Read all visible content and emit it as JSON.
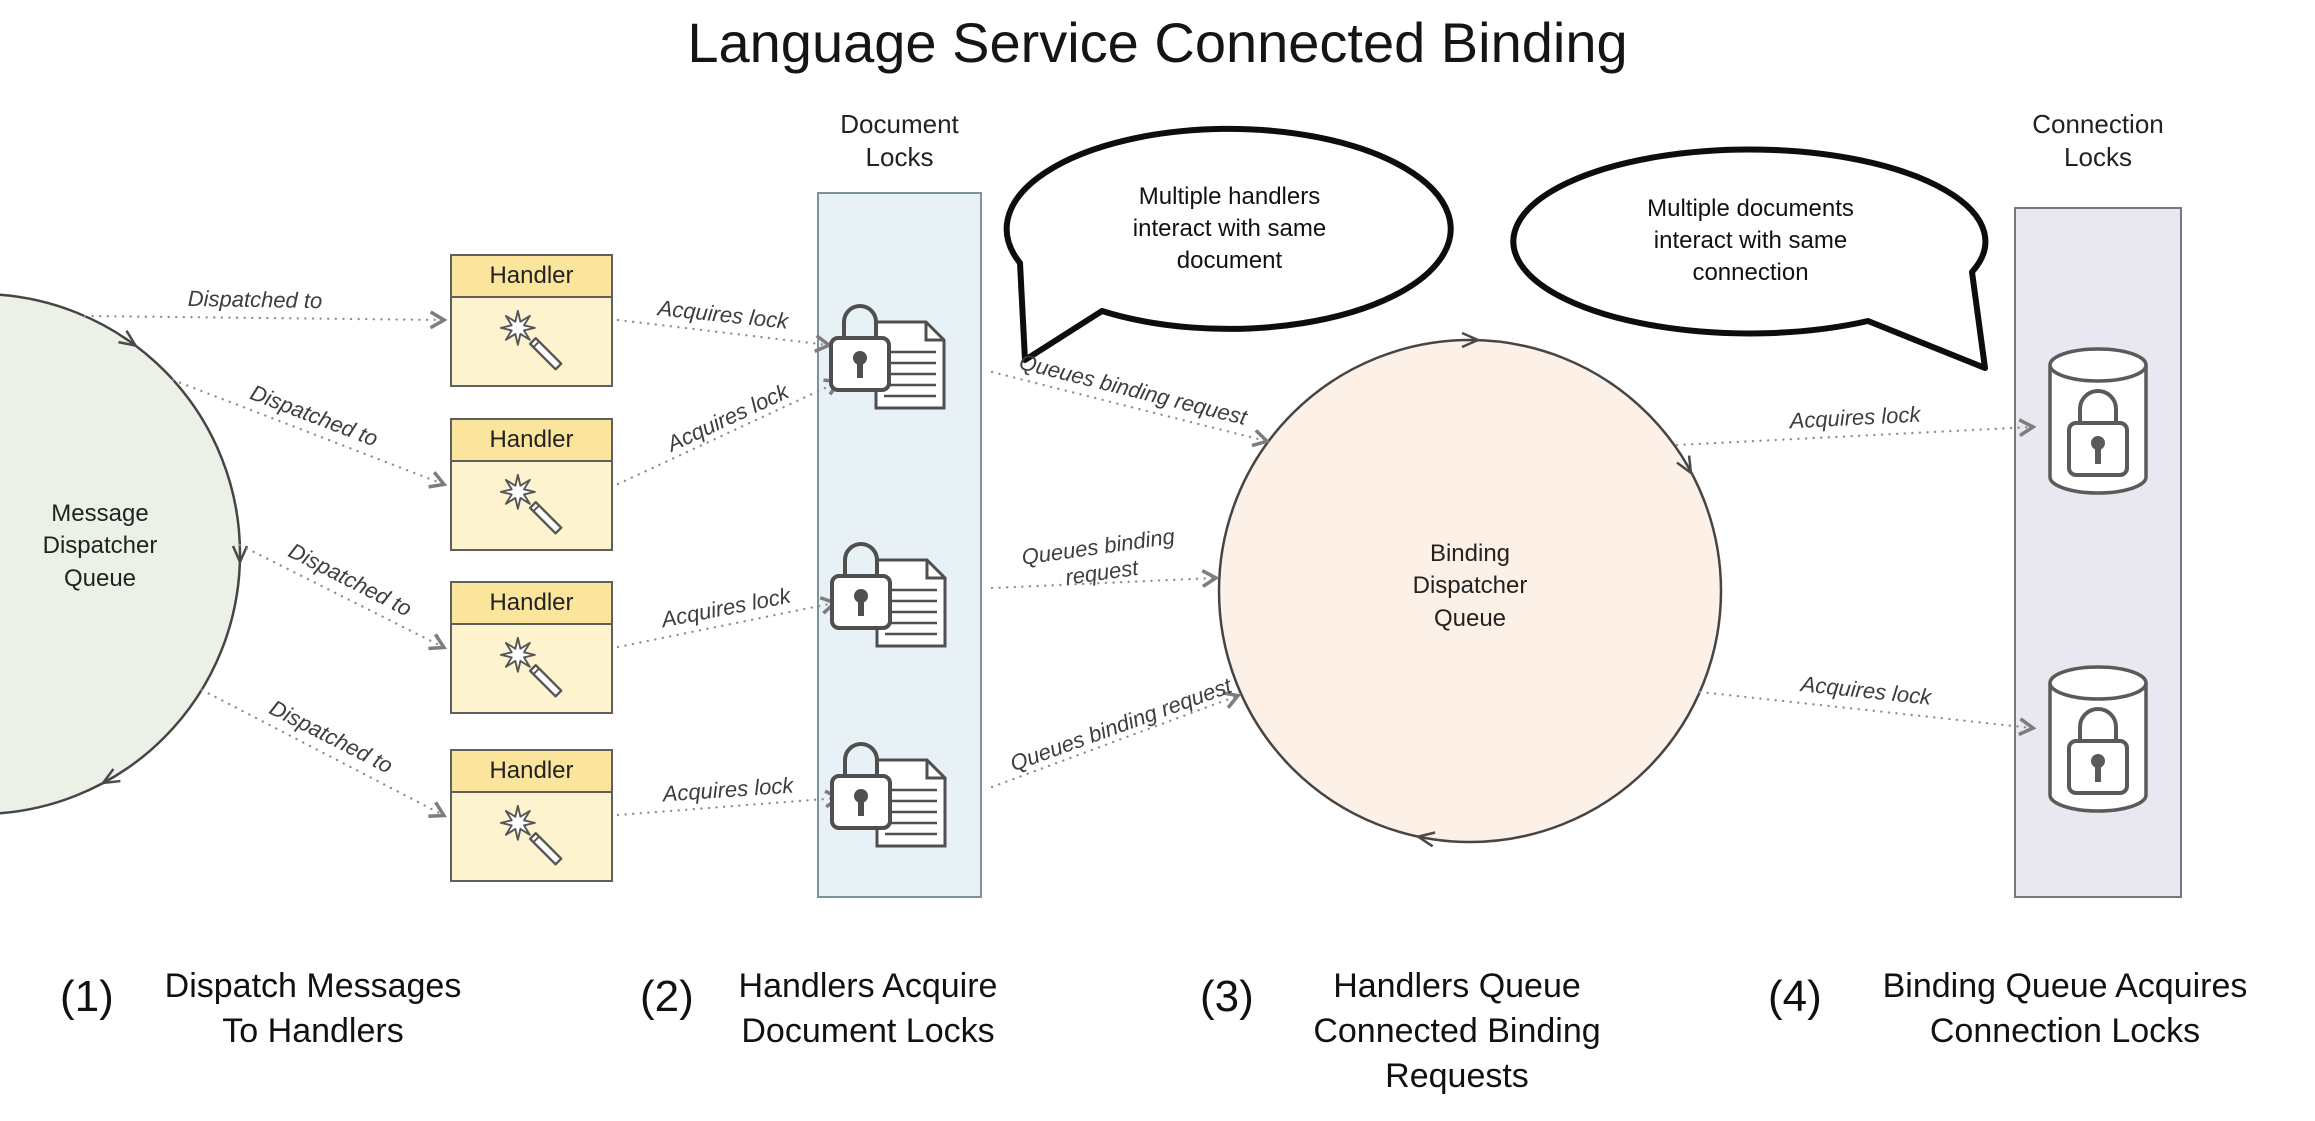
{
  "title": "Language Service Connected Binding",
  "message_queue": {
    "label": "Message\nDispatcher\nQueue"
  },
  "binding_queue": {
    "label": "Binding\nDispatcher\nQueue"
  },
  "document_locks": {
    "label": "Document\nLocks"
  },
  "connection_locks": {
    "label": "Connection\nLocks"
  },
  "handlers": [
    {
      "label": "Handler"
    },
    {
      "label": "Handler"
    },
    {
      "label": "Handler"
    },
    {
      "label": "Handler"
    }
  ],
  "bubbles": [
    {
      "text": "Multiple handlers interact with same document"
    },
    {
      "text": "Multiple documents interact with same connection"
    }
  ],
  "edge_labels": {
    "dispatched_to": "Dispatched to",
    "acquires_lock": "Acquires lock",
    "queues_binding_request": "Queues binding request"
  },
  "captions": [
    {
      "number": "(1)",
      "text": "Dispatch Messages\nTo Handlers"
    },
    {
      "number": "(2)",
      "text": "Handlers Acquire\nDocument Locks"
    },
    {
      "number": "(3)",
      "text": "Handlers Queue\nConnected Binding\nRequests"
    },
    {
      "number": "(4)",
      "text": "Binding Queue Acquires\nConnection Locks"
    }
  ],
  "colors": {
    "message_queue_fill": "#ebf1e7",
    "binding_queue_fill": "#fdf0e7",
    "document_locks_fill": "#e8f1f5",
    "connection_locks_fill": "#e9e8f0",
    "handler_header_fill": "#fbe49c",
    "handler_body_fill": "#fdf3cf",
    "outline": "#4a4a4a",
    "dotted_line": "#8c8c8c",
    "bubble_stroke": "#0d0d0d"
  }
}
